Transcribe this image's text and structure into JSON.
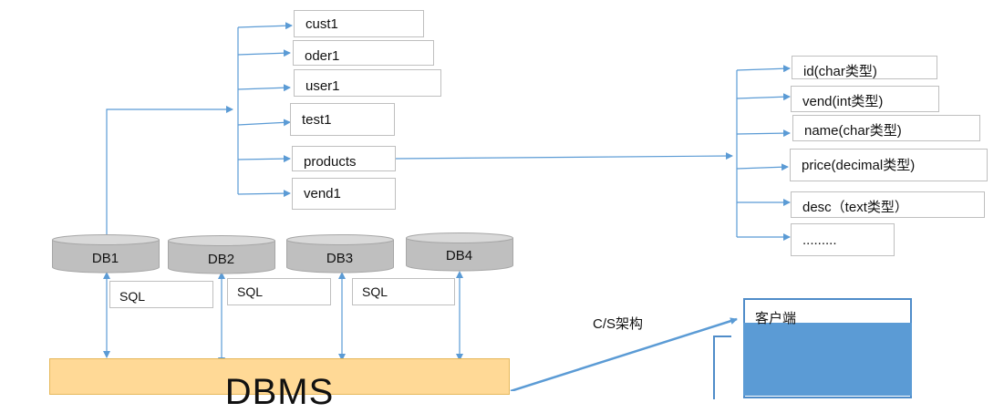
{
  "tables": [
    "cust1",
    "oder1",
    "user1",
    "test1",
    "products",
    "vend1"
  ],
  "columns": [
    "id(char类型)",
    "vend(int类型)",
    "name(char类型)",
    "price(decimal类型)",
    "desc（text类型）",
    "........."
  ],
  "databases": [
    "DB1",
    "DB2",
    "DB3",
    "DB4"
  ],
  "sql_labels": [
    "SQL",
    "SQL",
    "SQL"
  ],
  "dbms": "DBMS",
  "cs_label": "C/S架构",
  "client_label": "客户端",
  "colors": {
    "line": "#5b9bd5",
    "dbms_fill": "#ffd996",
    "client_fill": "#5b9bd5",
    "db_fill": "#bfbfbf"
  }
}
